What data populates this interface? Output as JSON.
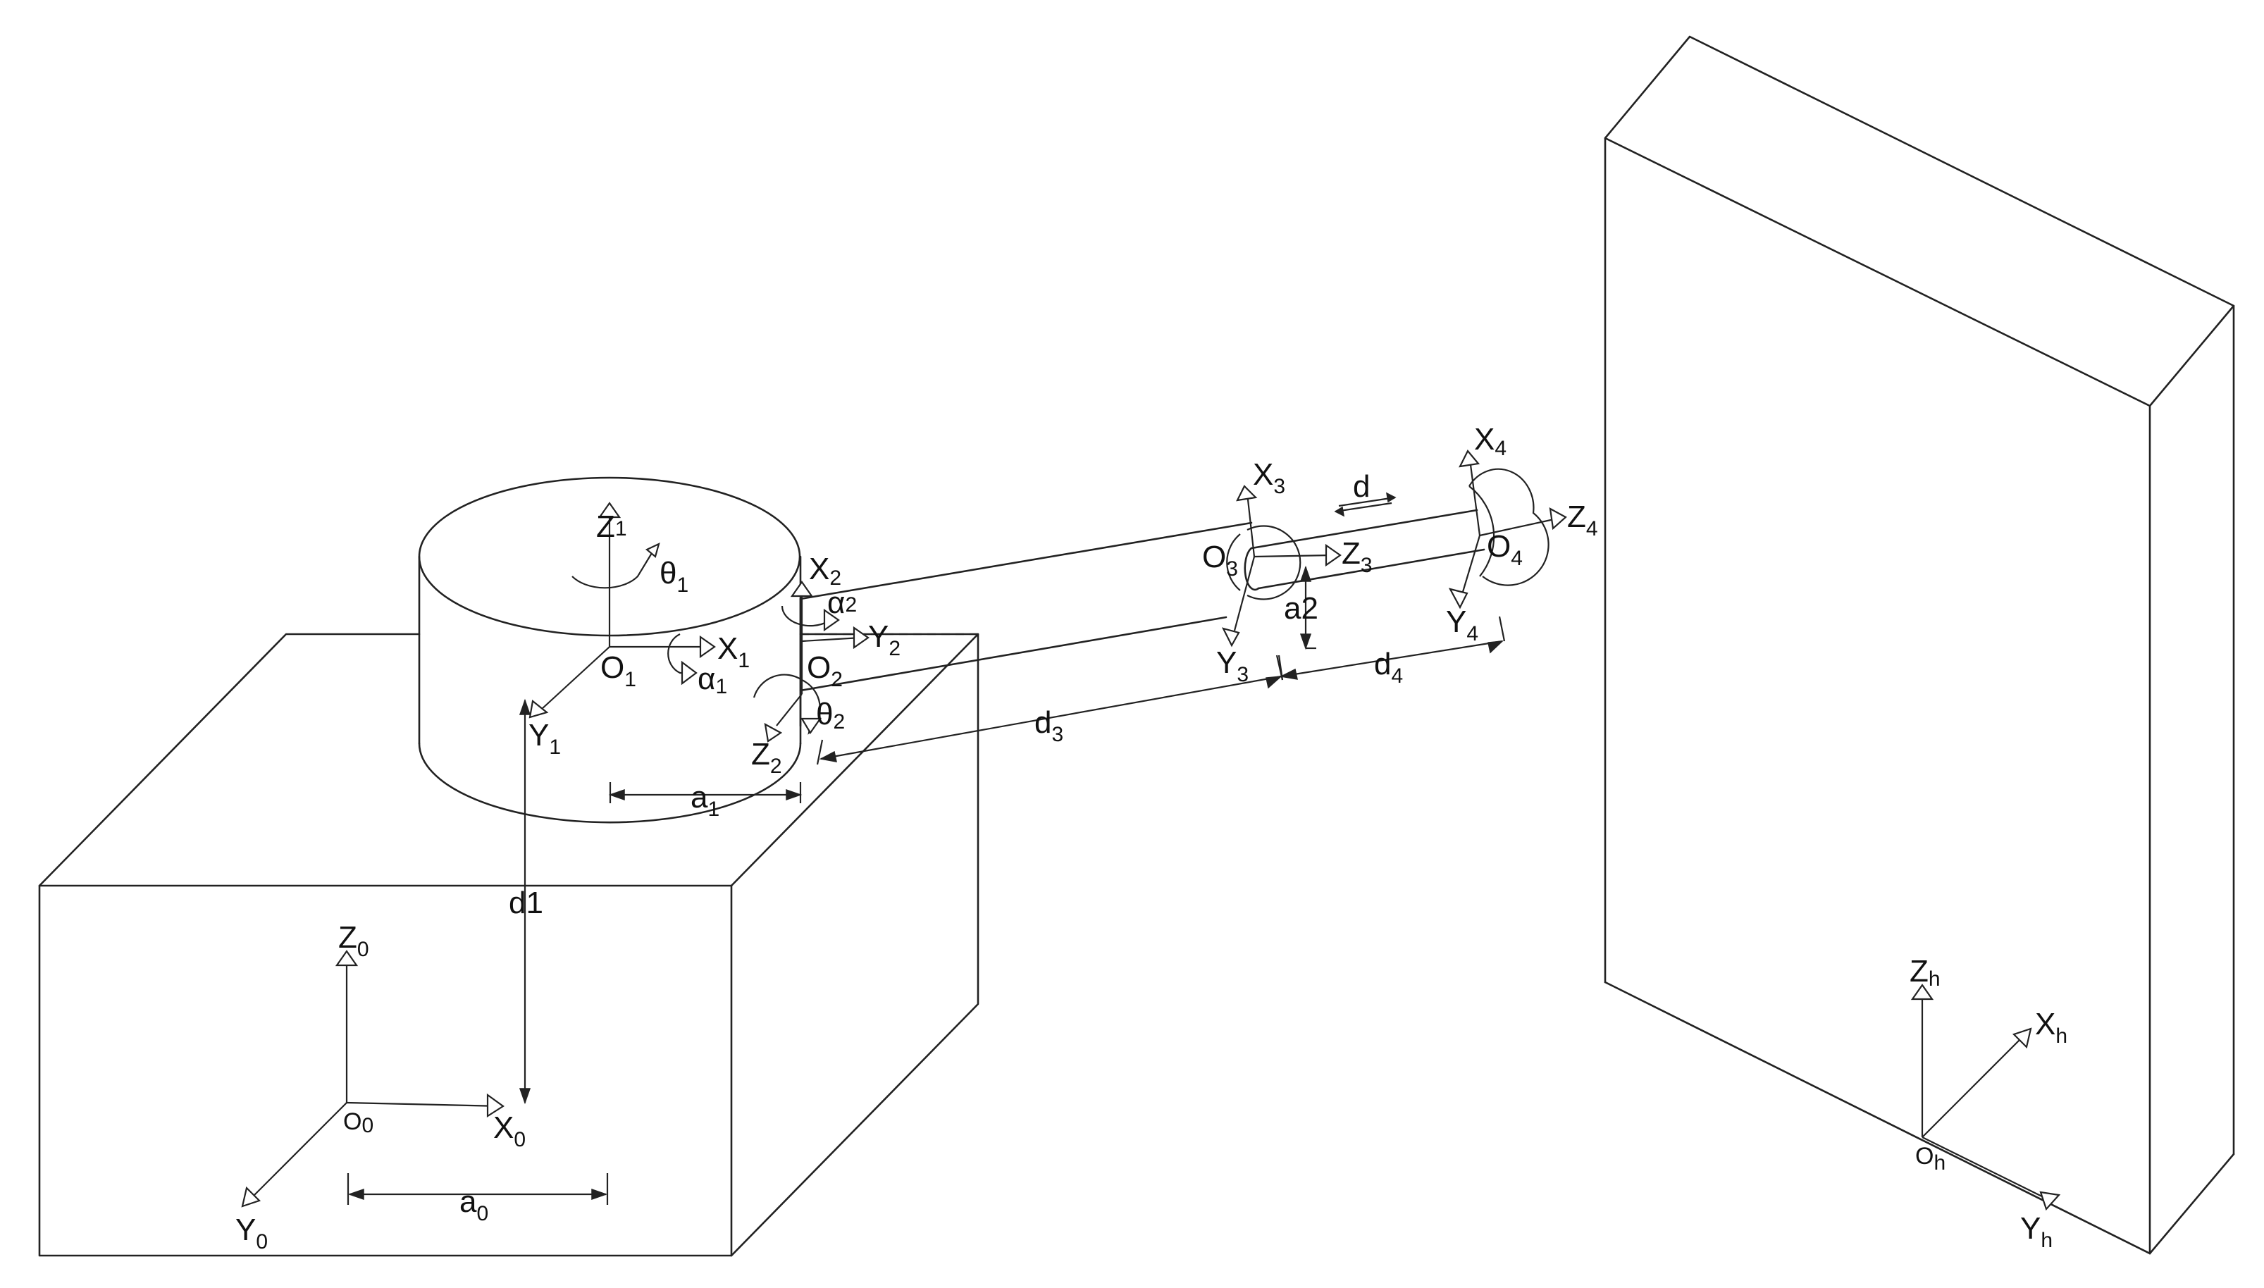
{
  "origins": {
    "o0": {
      "main": "O",
      "sub": "0"
    },
    "o1": {
      "main": "O",
      "sub": "1"
    },
    "o2": {
      "main": "O",
      "sub": "2"
    },
    "o3": {
      "main": "O",
      "sub": "3"
    },
    "o4": {
      "main": "O",
      "sub": "4"
    },
    "oh": {
      "main": "O",
      "sub": "h"
    }
  },
  "axes": {
    "z0": {
      "main": "Z",
      "sub": "0"
    },
    "x0": {
      "main": "X",
      "sub": "0"
    },
    "y0": {
      "main": "Y",
      "sub": "0"
    },
    "z1": {
      "main": "Z",
      "sub": "1"
    },
    "x1": {
      "main": "X",
      "sub": "1"
    },
    "y1": {
      "main": "Y",
      "sub": "1"
    },
    "x2": {
      "main": "X",
      "sub": "2"
    },
    "y2": {
      "main": "Y",
      "sub": "2"
    },
    "z2": {
      "main": "Z",
      "sub": "2"
    },
    "x3": {
      "main": "X",
      "sub": "3"
    },
    "y3": {
      "main": "Y",
      "sub": "3"
    },
    "z3": {
      "main": "Z",
      "sub": "3"
    },
    "x4": {
      "main": "X",
      "sub": "4"
    },
    "y4": {
      "main": "Y",
      "sub": "4"
    },
    "z4": {
      "main": "Z",
      "sub": "4"
    },
    "zh": {
      "main": "Z",
      "sub": "h"
    },
    "xh": {
      "main": "X",
      "sub": "h"
    },
    "yh": {
      "main": "Y",
      "sub": "h"
    }
  },
  "angles": {
    "theta1": {
      "main": "θ",
      "sub": "1"
    },
    "theta2": {
      "main": "θ",
      "sub": "2"
    },
    "alpha1": {
      "main": "α",
      "sub": "1"
    },
    "alpha2": {
      "main": "α",
      "sub": "2"
    }
  },
  "dimensions": {
    "a0": {
      "main": "a",
      "sub": "0"
    },
    "a1": {
      "main": "a",
      "sub": "1"
    },
    "a2": "a2",
    "d1": "d1",
    "d3": {
      "main": "d",
      "sub": "3"
    },
    "d4": {
      "main": "d",
      "sub": "4"
    },
    "d": "d"
  }
}
